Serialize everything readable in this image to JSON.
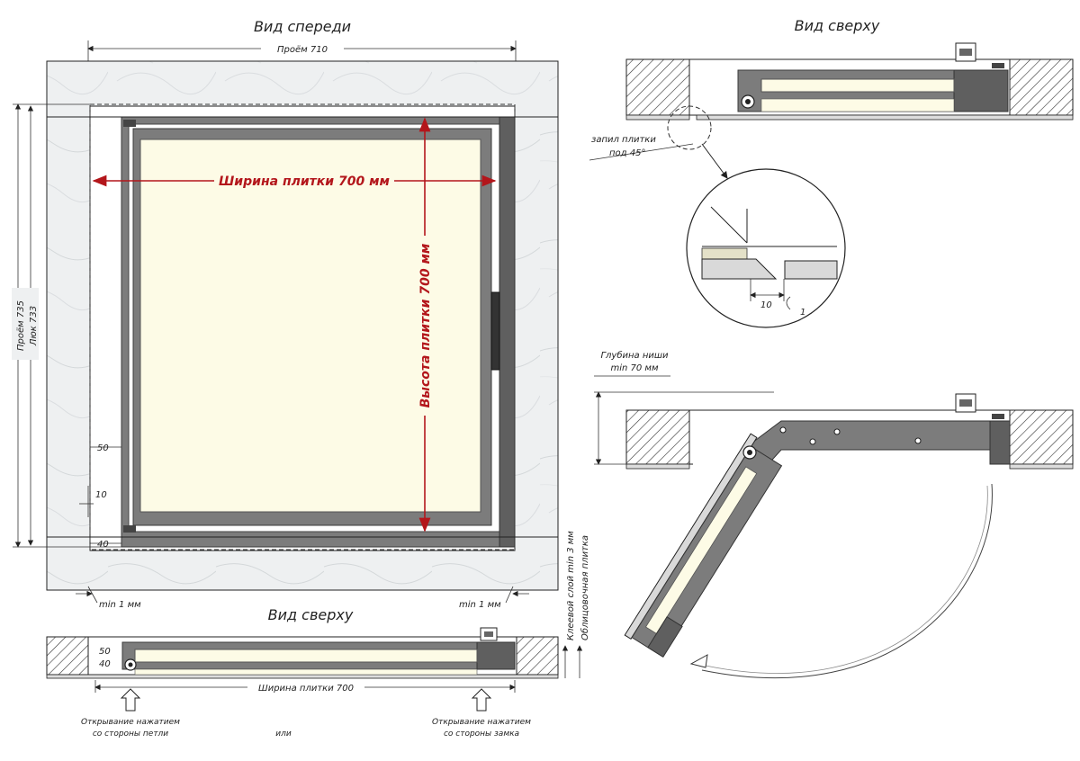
{
  "front_view": {
    "title": "Вид спереди",
    "opening_width": "Проём 710",
    "tile_width": "Ширина плитки 700 мм",
    "tile_height": "Высота плитки 700 мм",
    "opening_height": "Проём 735",
    "hatch_height": "Люк 733",
    "dim_50": "50",
    "dim_10": "10",
    "dim_40": "40",
    "gap_left": "min 1 мм",
    "gap_right": "min 1 мм"
  },
  "top_view_bottom": {
    "title": "Вид сверху",
    "dim_50": "50",
    "dim_40": "40",
    "tile_width": "Ширина плитки 700",
    "glue_layer": "Клеевой слой min 3 мм",
    "facing_tile": "Облицовочная плитка",
    "open_hinge_line1": "Открывание нажатием",
    "open_hinge_line2": "со стороны петли",
    "or": "или",
    "open_lock_line1": "Открывание нажатием",
    "open_lock_line2": "со стороны замка"
  },
  "top_view_right": {
    "title": "Вид сверху",
    "cut_line1": "запил плитки",
    "cut_line2": "под 45°",
    "detail_dim_10": "10",
    "detail_dim_1": "1"
  },
  "open_view": {
    "niche_line1": "Глубина ниши",
    "niche_line2": "min 70 мм"
  }
}
